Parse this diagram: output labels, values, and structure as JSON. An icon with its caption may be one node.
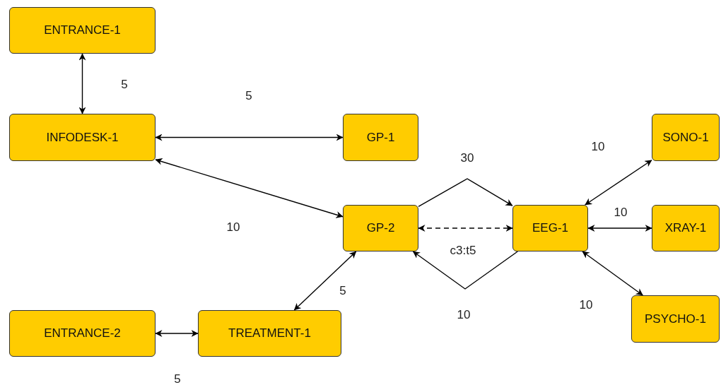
{
  "diagram": {
    "nodes": [
      {
        "text": [
          "ENTRANCE-1"
        ]
      },
      {
        "text": [
          "INFODESK-1"
        ]
      },
      {
        "text": [
          "GP-1"
        ]
      },
      {
        "text": [
          "GP-2"
        ]
      },
      {
        "text": [
          "EEG-1"
        ]
      },
      {
        "text": [
          "SONO-1"
        ]
      },
      {
        "text": [
          "XRAY-1"
        ]
      },
      {
        "text": [
          "PSYCHO-1"
        ]
      },
      {
        "text": [
          "ENTRANCE-2"
        ]
      },
      {
        "text": [
          "TREATMENT-1"
        ]
      }
    ],
    "edges": [
      {
        "from": 0,
        "to": 1,
        "arrow": "both",
        "label": "5"
      },
      {
        "from": 1,
        "to": 2,
        "arrow": "both",
        "label": "5"
      },
      {
        "from": 1,
        "to": 3,
        "arrow": "both",
        "label": "10"
      },
      {
        "from": 3,
        "to": 4,
        "arrow": "to",
        "label": "30"
      },
      {
        "from": 3,
        "to": 4,
        "arrow": "both",
        "style": "dashed",
        "label": "c3:t5"
      },
      {
        "from": 4,
        "to": 3,
        "arrow": "to",
        "label": "10"
      },
      {
        "from": 4,
        "to": 5,
        "arrow": "both",
        "label": "10"
      },
      {
        "from": 4,
        "to": 6,
        "arrow": "both",
        "label": "10"
      },
      {
        "from": 4,
        "to": 7,
        "arrow": "both",
        "label": "10"
      },
      {
        "from": 9,
        "to": 3,
        "arrow": "both",
        "label": "5"
      },
      {
        "from": 8,
        "to": 9,
        "arrow": "both",
        "label": "5"
      }
    ]
  }
}
